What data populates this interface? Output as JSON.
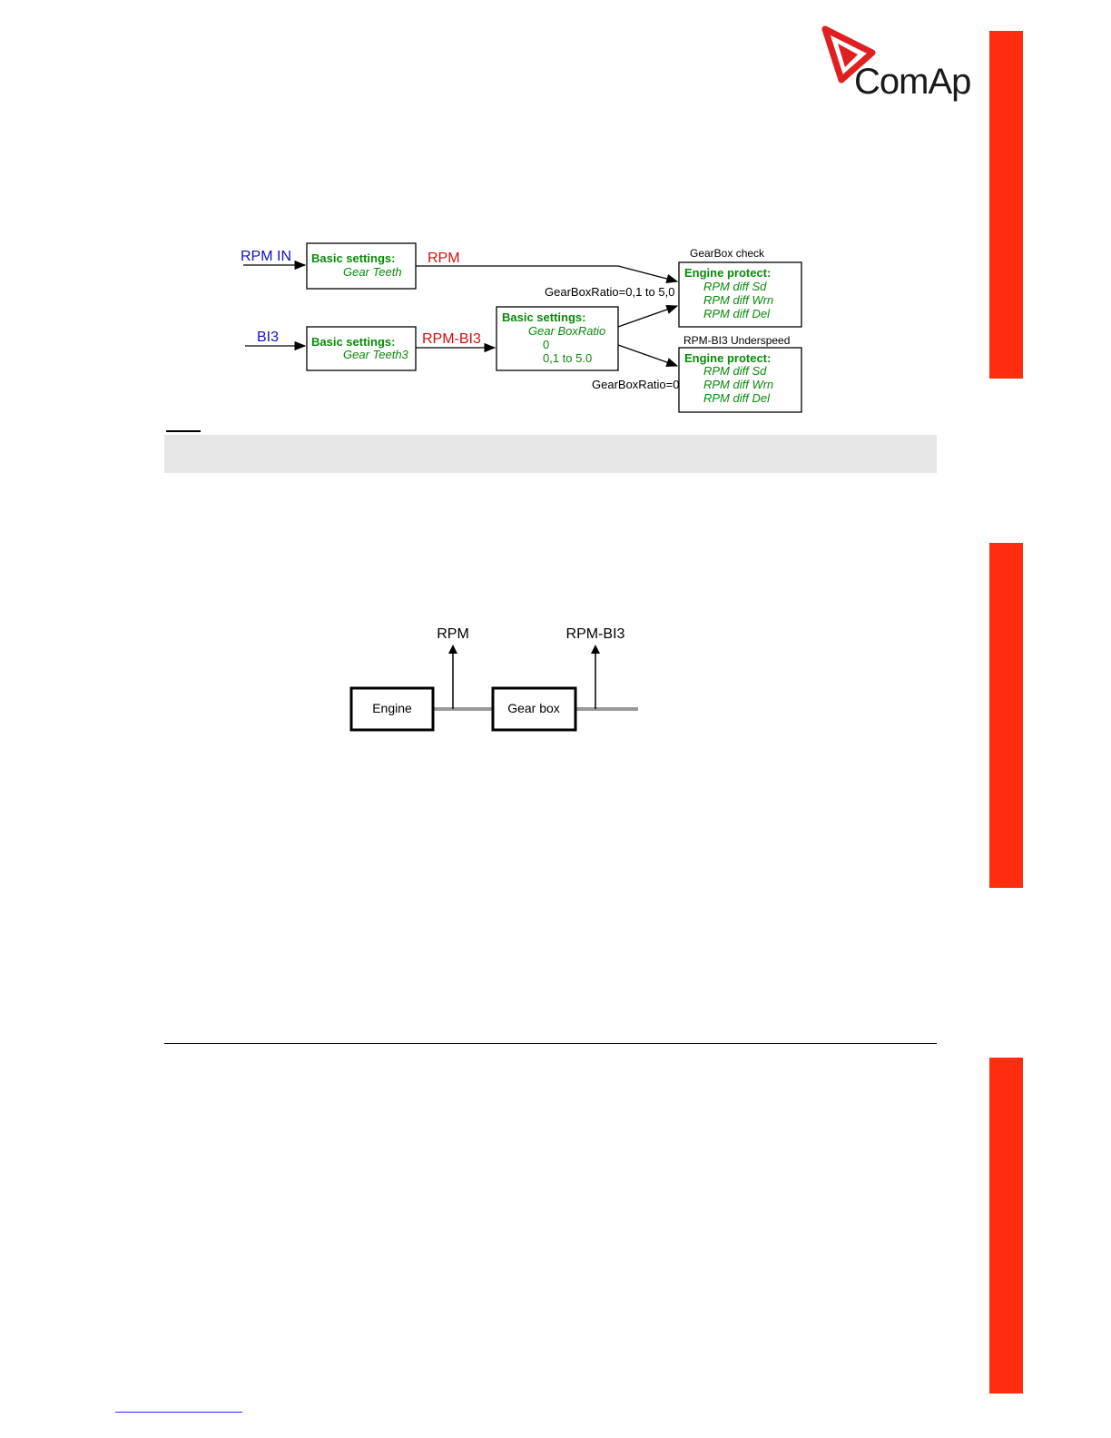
{
  "brand": {
    "name": "ComAp",
    "logo_color": "#e02020",
    "side_bar_color": "#ff2d10"
  },
  "diagram1": {
    "input_rpm": "RPM IN",
    "input_bi3": "BI3",
    "box1": {
      "title": "Basic settings:",
      "param": "Gear Teeth"
    },
    "box2": {
      "title": "Basic settings:",
      "param": "Gear Teeth3"
    },
    "box3": {
      "title": "Basic settings:",
      "param": "Gear BoxRatio",
      "val1": "0",
      "val2": "0,1 to 5.0"
    },
    "signal_rpm": "RPM",
    "signal_rpm_bi3": "RPM-BI3",
    "gearbox_check_label": "GearBox check",
    "ratio_range_label": "GearBoxRatio=0,1 to 5,0",
    "underspeed_label": "RPM-BI3 Underspeed",
    "ratio_zero_label": "GearBoxRatio=0",
    "protect1": {
      "title": "Engine protect:",
      "items": [
        "RPM diff Sd",
        "RPM diff Wrn",
        "RPM diff Del"
      ]
    },
    "protect2": {
      "title": "Engine protect:",
      "items": [
        "RPM diff Sd",
        "RPM diff Wrn",
        "RPM diff Del"
      ]
    }
  },
  "diagram2": {
    "engine_label": "Engine",
    "gearbox_label": "Gear box",
    "rpm_label": "RPM",
    "rpm_bi3_label": "RPM-BI3"
  }
}
